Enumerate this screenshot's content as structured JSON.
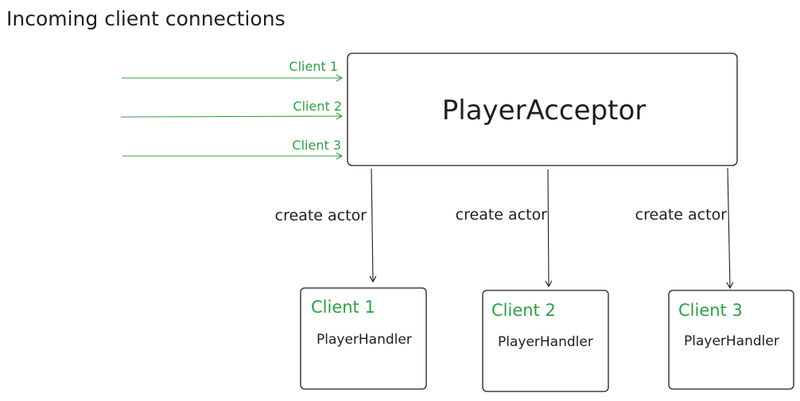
{
  "title": "Incoming client connections",
  "acceptor": {
    "label": "PlayerAcceptor"
  },
  "incoming": [
    {
      "label": "Client 1"
    },
    {
      "label": "Client 2"
    },
    {
      "label": "Client 3"
    }
  ],
  "edge_label": "create actor",
  "handlers": [
    {
      "client": "Client 1",
      "name": "PlayerHandler"
    },
    {
      "client": "Client 2",
      "name": "PlayerHandler"
    },
    {
      "client": "Client 3",
      "name": "PlayerHandler"
    }
  ],
  "colors": {
    "green": "#2f9e44",
    "ink": "#1e1e1e"
  }
}
